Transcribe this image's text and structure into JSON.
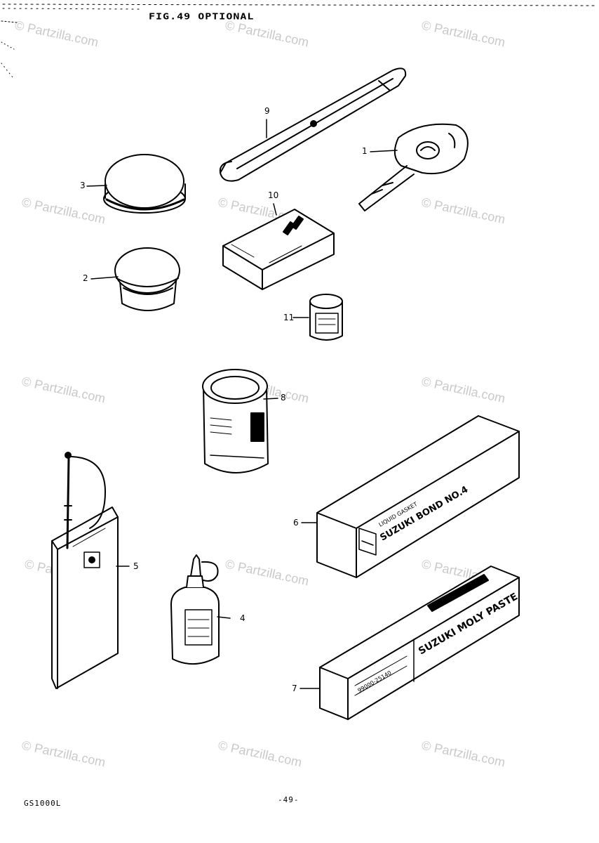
{
  "figure": {
    "title": "FIG.49  OPTIONAL",
    "footer_code": "GS1000L",
    "page_number": "-49-"
  },
  "callouts": {
    "c1": "1",
    "c2": "2",
    "c3": "3",
    "c4": "4",
    "c5": "5",
    "c6": "6",
    "c7": "7",
    "c8": "8",
    "c9": "9",
    "c10": "10",
    "c11": "11"
  },
  "labels": {
    "bond_brand": "SUZUKI BOND NO.4",
    "bond_sub": "LIQUID GASKET",
    "paste_brand": "SUZUKI MOLY PASTE",
    "paste_part": "99000-25140"
  },
  "watermark": "© Partzilla.com"
}
